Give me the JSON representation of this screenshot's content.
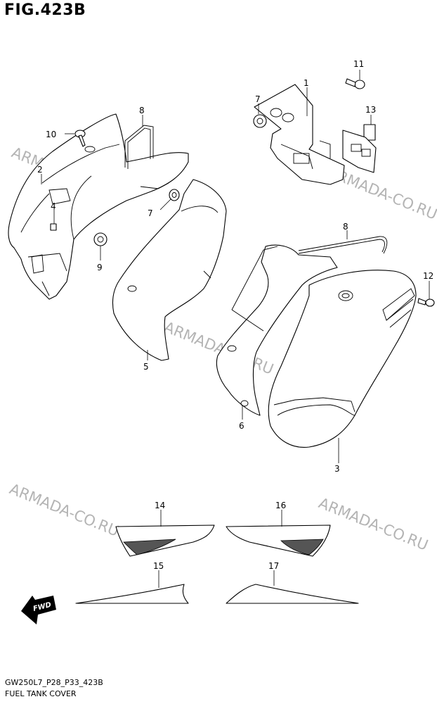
{
  "figure": {
    "title": "FIG.423B"
  },
  "footer": {
    "code": "GW250L7_P28_P33_423B",
    "name": "FUEL TANK COVER"
  },
  "watermark": "ARMADA-CO.RU",
  "fwd_label": "FWD",
  "callouts": [
    {
      "id": "c1",
      "label": "1"
    },
    {
      "id": "c2",
      "label": "2"
    },
    {
      "id": "c3",
      "label": "3"
    },
    {
      "id": "c4",
      "label": "4"
    },
    {
      "id": "c5",
      "label": "5"
    },
    {
      "id": "c6",
      "label": "6"
    },
    {
      "id": "c7a",
      "label": "7"
    },
    {
      "id": "c7b",
      "label": "7"
    },
    {
      "id": "c8a",
      "label": "8"
    },
    {
      "id": "c8b",
      "label": "8"
    },
    {
      "id": "c9",
      "label": "9"
    },
    {
      "id": "c10",
      "label": "10"
    },
    {
      "id": "c11",
      "label": "11"
    },
    {
      "id": "c12",
      "label": "12"
    },
    {
      "id": "c13",
      "label": "13"
    },
    {
      "id": "c14",
      "label": "14"
    },
    {
      "id": "c15",
      "label": "15"
    },
    {
      "id": "c16",
      "label": "16"
    },
    {
      "id": "c17",
      "label": "17"
    }
  ]
}
